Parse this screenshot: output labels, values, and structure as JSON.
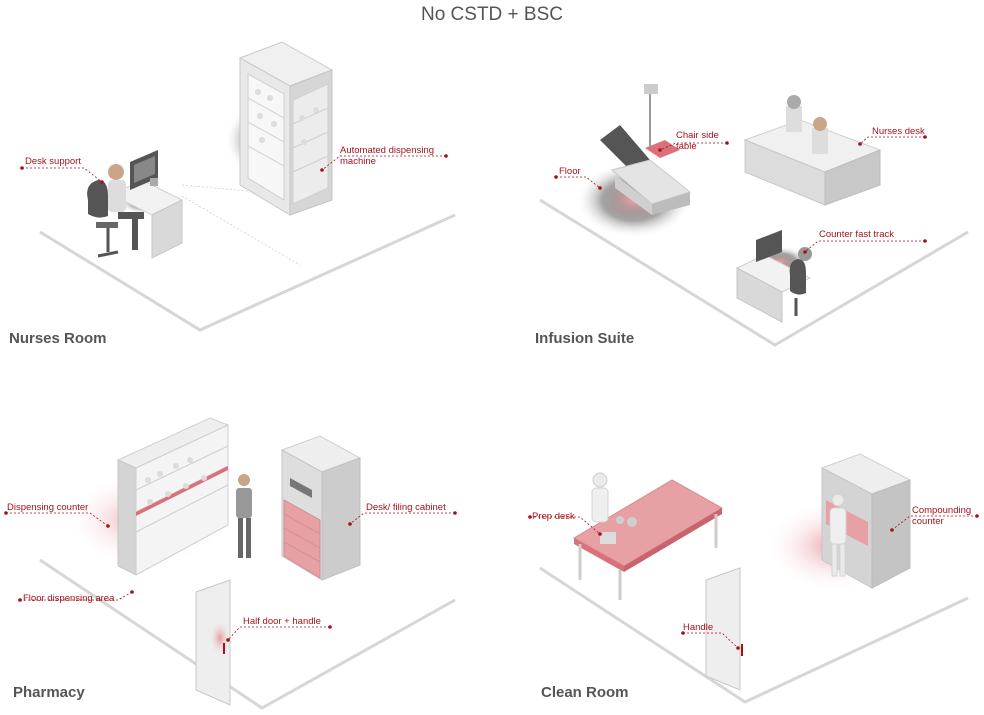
{
  "title": "No CSTD + BSC",
  "colors": {
    "accent": "#a3121c",
    "glow": "#e6868c",
    "floor_line": "#d6d6d6",
    "furniture_top": "#f2f2f2",
    "furniture_side": "#d9d9d9",
    "furniture_dark": "#bdbdbd",
    "highlight_red": "#e7a0a4"
  },
  "rooms": [
    {
      "name": "Nurses Room",
      "callouts": [
        {
          "text": "Desk support"
        },
        {
          "text": "Automated dispensing\nmachine"
        }
      ]
    },
    {
      "name": "Infusion Suite",
      "callouts": [
        {
          "text": "Floor"
        },
        {
          "text": "Chair side\ntable"
        },
        {
          "text": "Nurses desk"
        },
        {
          "text": "Counter fast track"
        }
      ]
    },
    {
      "name": "Pharmacy",
      "callouts": [
        {
          "text": "Dispensing counter"
        },
        {
          "text": "Floor dispensing area"
        },
        {
          "text": "Half door + handle"
        },
        {
          "text": "Desk/ filing cabinet"
        }
      ]
    },
    {
      "name": "Clean Room",
      "callouts": [
        {
          "text": "Prep desk"
        },
        {
          "text": "Handle"
        },
        {
          "text": "Compounding\ncounter"
        }
      ]
    }
  ]
}
